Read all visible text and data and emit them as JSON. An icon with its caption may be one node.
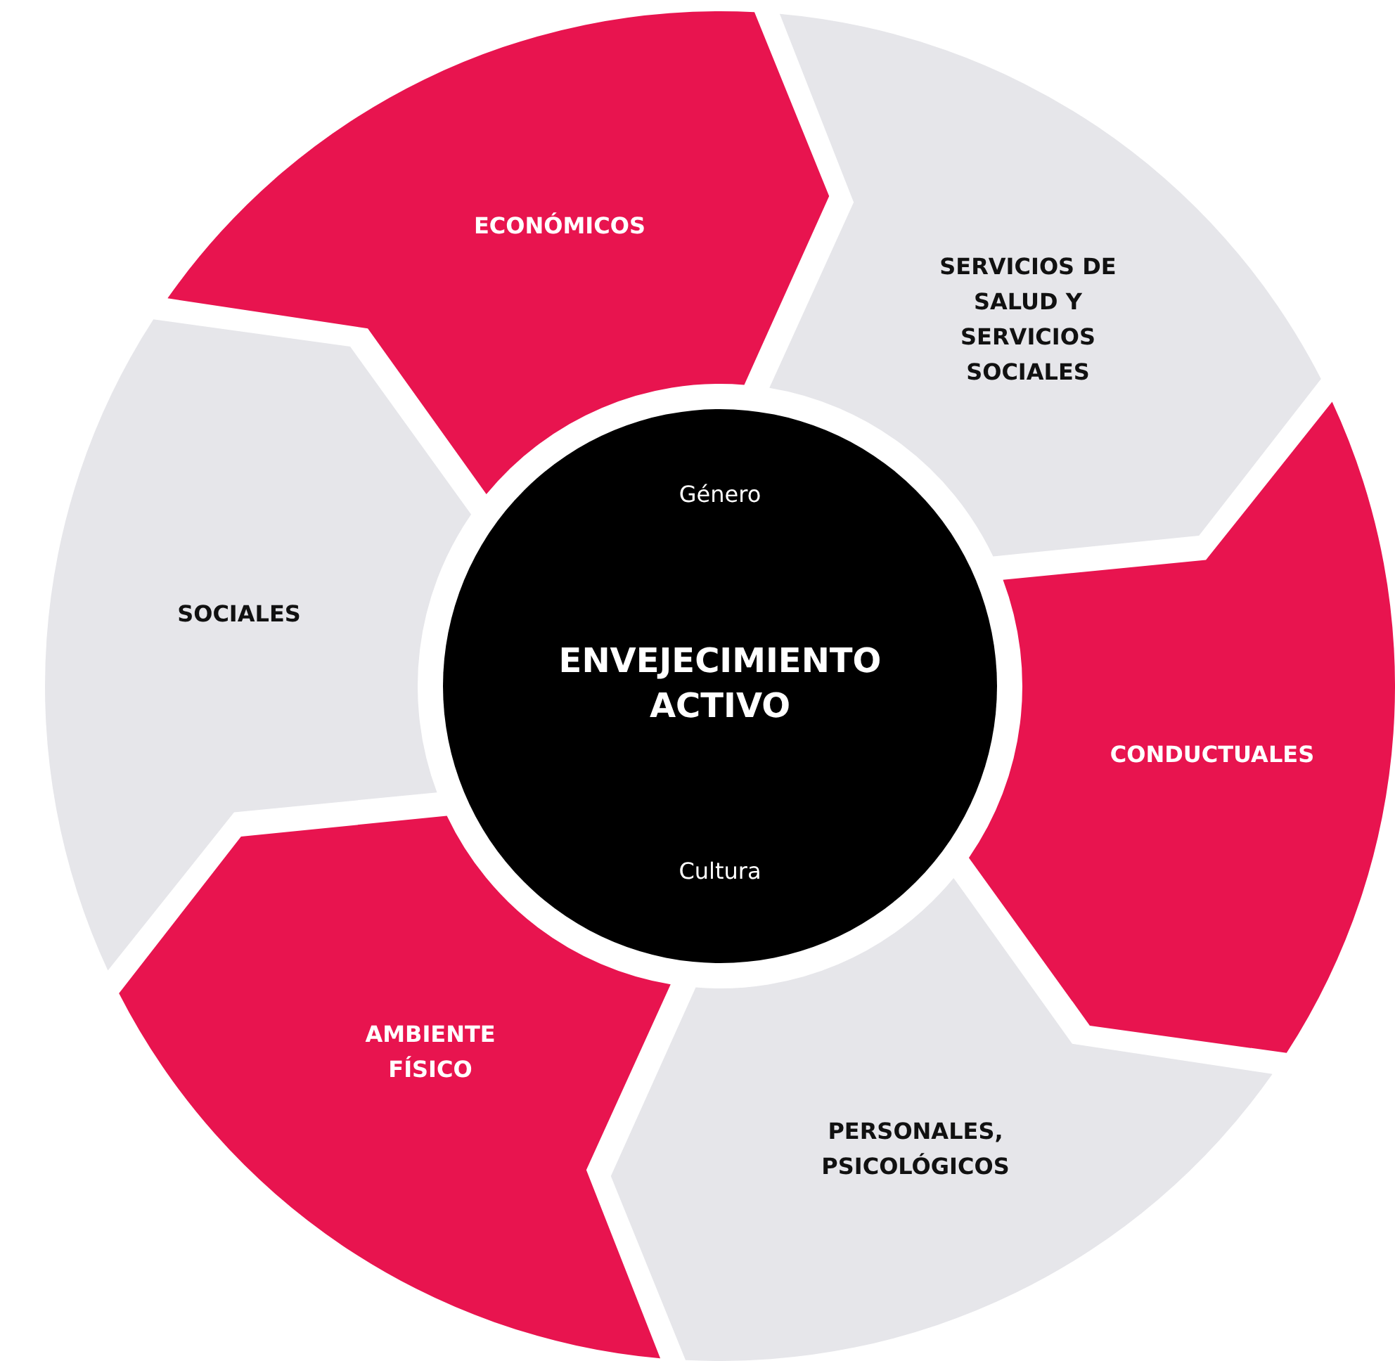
{
  "diagram": {
    "nodes": [
      {
        "text": [
          "ECONÓMICOS"
        ]
      },
      {
        "text": [
          "SERVICIOS DE SALUD Y SERVICIOS SOCIALES"
        ]
      },
      {
        "text": [
          "SOCIALES"
        ]
      },
      {
        "text": [
          "Género",
          "ENVEJECIMIENTO ACTIVO",
          "Cultura"
        ]
      },
      {
        "text": [
          "CONDUCTUALES"
        ]
      },
      {
        "text": [
          "AMBIENTE FÍSICO"
        ]
      },
      {
        "text": [
          "PERSONALES, PSICOLÓGICOS"
        ]
      }
    ]
  }
}
